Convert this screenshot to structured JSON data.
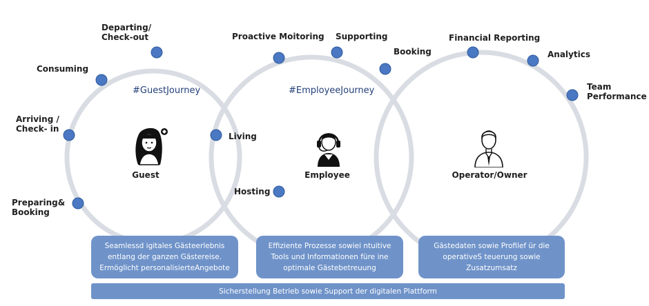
{
  "circles": [
    {
      "hashtag": "#GuestJourney",
      "persona": "Guest",
      "persona_icon": "guest-woman-icon"
    },
    {
      "hashtag": "#EmployeeJourney",
      "persona": "Employee",
      "persona_icon": "employee-headset-icon"
    },
    {
      "hashtag": "",
      "persona": "Operator/Owner",
      "persona_icon": "operator-businessman-icon"
    }
  ],
  "guest_stages": {
    "departing": "Departing/\nCheck-out",
    "consuming": "Consuming",
    "arriving": "Arriving /\nCheck- in",
    "preparing": "Preparing&\nBooking"
  },
  "employee_stages": {
    "proactive": "Proactive Moitoring",
    "supporting": "Supporting",
    "booking": "Booking",
    "living": "Living",
    "hosting": "Hosting"
  },
  "operator_stages": {
    "financial": "Financial Reporting",
    "analytics": "Analytics",
    "team": "Team\nPerformance"
  },
  "boxes": {
    "guest": "Seamlessd igitales Gästeerlebnis\nentlang der ganzen Gästereise.\nErmöglicht personalisierteAngebote",
    "employee": "Effiziente Prozesse sowiei ntuitive\nTools und Informationen füre ine\noptimale Gästebetreuung",
    "operator": "Gästedaten sowie Profilef ür die\noperativeS teuerung sowie\nZusatzumsatz"
  },
  "footer_bar": "Sicherstellung Betrieb sowie Support der digitalen Plattform",
  "colors": {
    "ring": "#d9dde3",
    "dot": "#4a78c2",
    "dot_stroke": "#2f5a9e",
    "box": "#6f93c9",
    "hashtag": "#24407a"
  }
}
